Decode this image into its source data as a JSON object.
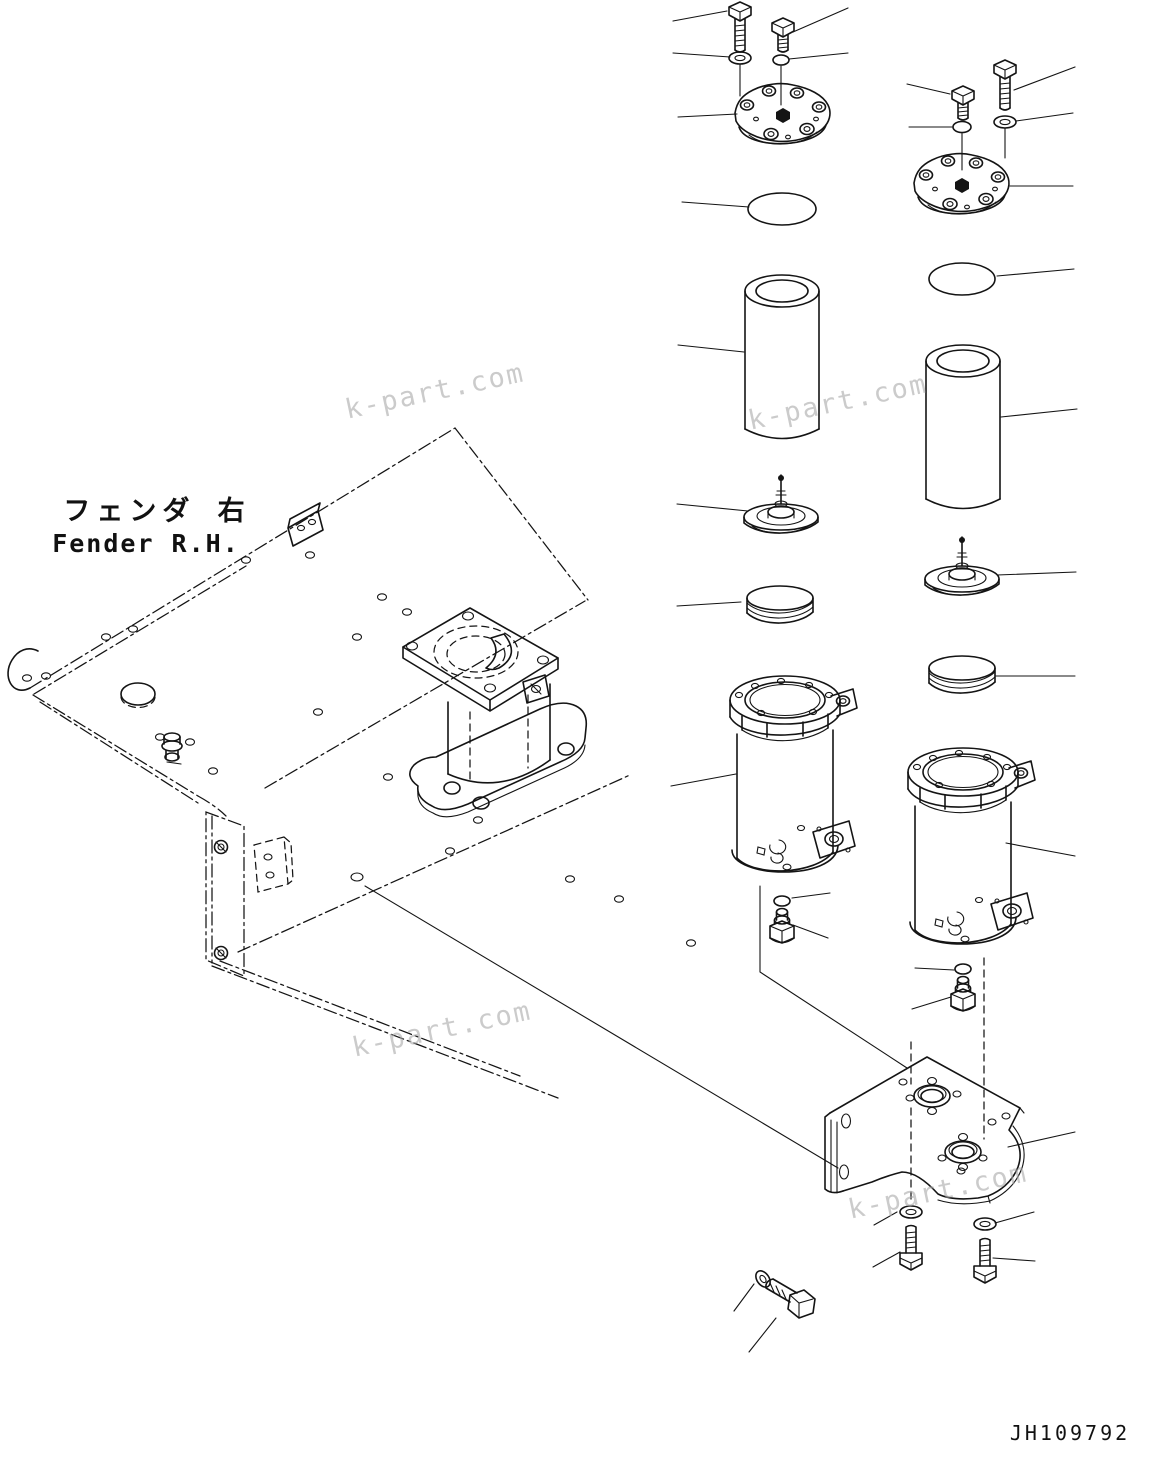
{
  "diagram": {
    "label_ja": "フェンダ 右",
    "label_en": "Fender R.H.",
    "drawing_no": "JH109792",
    "watermark": "k-part.com",
    "ink_color": "#141414",
    "watermark_color": "#a9a9a9",
    "background_color": "#ffffff"
  }
}
